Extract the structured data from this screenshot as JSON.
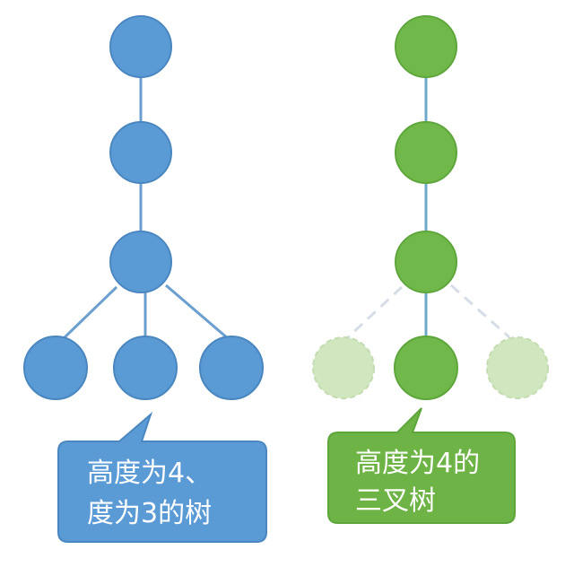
{
  "left_tree": {
    "fill": "#5b9bd5",
    "stroke": "#4a86bf",
    "edge_color": "#6b9fcf",
    "callout": {
      "line1": "高度为4、",
      "line2": "度为3的树",
      "fill": "#5b9bd5"
    }
  },
  "right_tree": {
    "fill": "#70b84a",
    "stroke": "#5ea63c",
    "edge_color": "#6ea8c8",
    "ghost_fill": "#cfe6bf",
    "ghost_edge_color": "#d6dde6",
    "callout": {
      "line1": "高度为4的",
      "line2": "三叉树",
      "fill": "#6db346"
    }
  }
}
